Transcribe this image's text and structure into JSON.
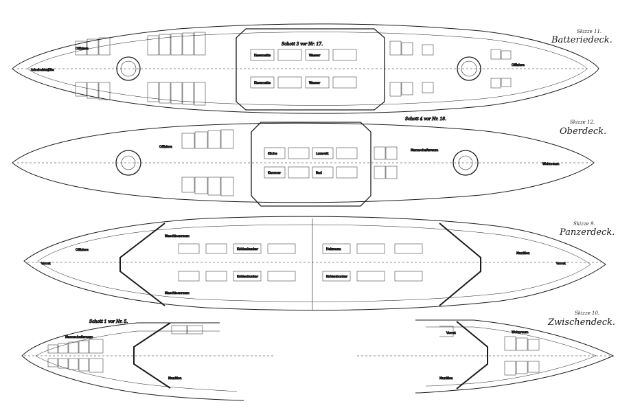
{
  "decks": [
    {
      "id": "batteriedeck",
      "title": "Batteriedeck.",
      "sheet": "Skizze 11.",
      "note": "Schott 3 vor Nr. 17."
    },
    {
      "id": "oberdeck",
      "title": "Oberdeck.",
      "sheet": "Skizze 12.",
      "note": "Schott 4 vor Nr. 18."
    },
    {
      "id": "panzerdeck",
      "title": "Panzerdeck.",
      "sheet": "Skizze 9."
    },
    {
      "id": "zwischendeck",
      "title": "Zwischendeck.",
      "sheet": "Skizze 10.",
      "note": "Schott 1 vor Nr. 5."
    }
  ],
  "rooms": {
    "admiralskajuete": "Admiralskajüte",
    "offiziere": "Offiziere",
    "kasematte": "Kasematte",
    "wasser": "Wasser",
    "mannschaftsraum": "Mannschaftsraum",
    "maschinenraum": "Maschinenraum",
    "kohlenbunker": "Kohlenbunker",
    "heizraum": "Heizraum",
    "kueche": "Küche",
    "lazarett": "Lazarett",
    "vorrat": "Vorrat",
    "wohnraum": "Wohnraum",
    "munition": "Munition",
    "kammer": "Kammer",
    "bad": "Bad"
  },
  "colors": {
    "ink": "#1a1a1a",
    "paper": "#ffffff"
  }
}
